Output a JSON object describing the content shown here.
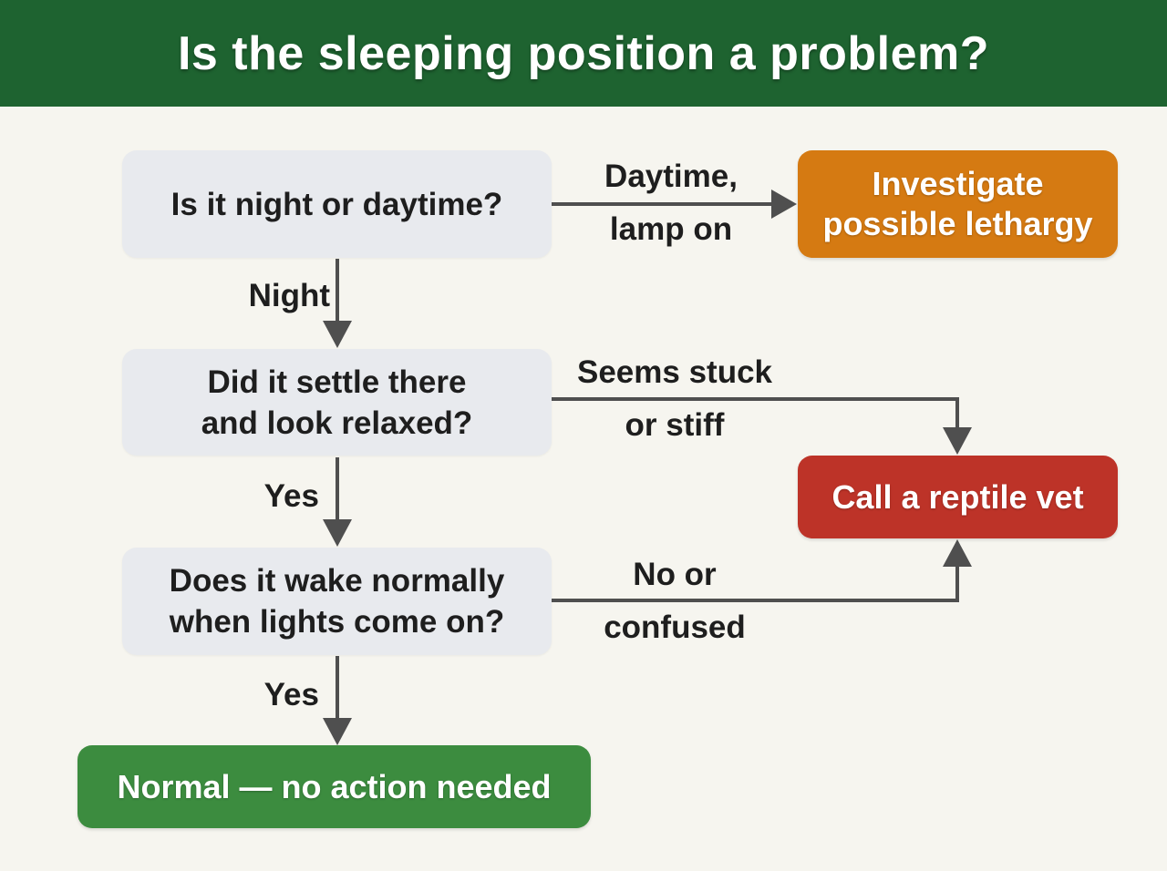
{
  "title": "Is the sleeping position a problem?",
  "colors": {
    "header_bg": "#1e6330",
    "page_bg": "#f6f5ef",
    "question_bg": "#e8eaee",
    "investigate_bg": "#d57a12",
    "vet_bg": "#bd3328",
    "normal_bg": "#3c8c3f",
    "connector": "#4f4f4f"
  },
  "nodes": {
    "q1": {
      "text": "Is it night or daytime?"
    },
    "q2": {
      "line1": "Did it settle there",
      "line2": "and look relaxed?"
    },
    "q3": {
      "line1": "Does it wake normally",
      "line2": "when lights come on?"
    },
    "investigate": {
      "line1": "Investigate",
      "line2": "possible lethargy"
    },
    "vet": {
      "text": "Call a reptile vet"
    },
    "normal": {
      "text": "Normal — no action needed"
    }
  },
  "edges": {
    "q1_to_investigate": {
      "line1": "Daytime,",
      "line2": "lamp on"
    },
    "q1_to_q2": {
      "text": "Night"
    },
    "q2_to_vet": {
      "line1": "Seems stuck",
      "line2": "or stiff"
    },
    "q2_to_q3": {
      "text": "Yes"
    },
    "q3_to_vet": {
      "line1": "No or",
      "line2": "confused"
    },
    "q3_to_normal": {
      "text": "Yes"
    }
  }
}
